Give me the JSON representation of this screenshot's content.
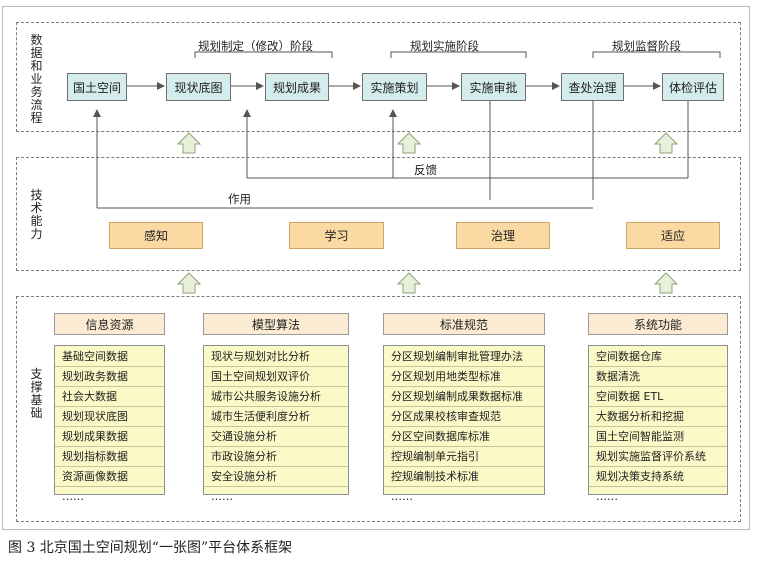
{
  "layers": {
    "top_label": "数据和业务流程",
    "middle_label": "技术能力",
    "bottom_label": "支撑基础"
  },
  "stages": {
    "plan_making": "规划制定（修改）阶段",
    "implementation": "规划实施阶段",
    "supervision": "规划监督阶段"
  },
  "process": [
    "国土空间",
    "现状底图",
    "规划成果",
    "实施策划",
    "实施审批",
    "查处治理",
    "体检评估"
  ],
  "flows": {
    "feedback": "反馈",
    "effect": "作用"
  },
  "capabilities": [
    "感知",
    "学习",
    "治理",
    "适应"
  ],
  "columns": [
    {
      "title": "信息资源",
      "items": [
        "基础空间数据",
        "规划政务数据",
        "社会大数据",
        "规划现状底图",
        "规划成果数据",
        "规划指标数据",
        "资源画像数据",
        "……"
      ]
    },
    {
      "title": "模型算法",
      "items": [
        "现状与规划对比分析",
        "国土空间规划双评价",
        "城市公共服务设施分析",
        "城市生活便利度分析",
        "交通设施分析",
        "市政设施分析",
        "安全设施分析",
        "……"
      ]
    },
    {
      "title": "标准规范",
      "items": [
        "分区规划编制审批管理办法",
        "分区规划用地类型标准",
        "分区规划编制成果数据标准",
        "分区成果校核审查规范",
        "分区空间数据库标准",
        "控规编制单元指引",
        "控规编制技术标准",
        "……"
      ]
    },
    {
      "title": "系统功能",
      "items": [
        "空间数据仓库",
        "数据清洗",
        "空间数据 ETL",
        "大数据分析和挖掘",
        "国土空间智能监测",
        "规划实施监督评价系统",
        "规划决策支持系统",
        "……"
      ]
    }
  ],
  "caption": "图 3   北京国土空间规划“一张图”平台体系框架"
}
